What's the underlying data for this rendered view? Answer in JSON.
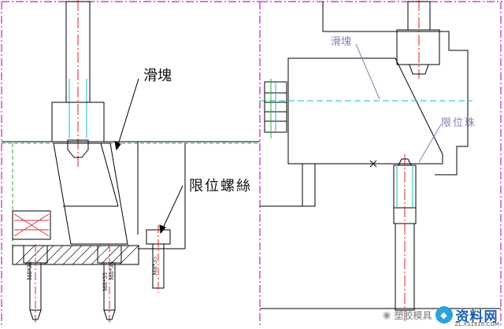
{
  "left_view": {
    "slider_label": "滑塊",
    "limit_screw_label": "限位螺絲",
    "screw_marks": [
      "M8*35",
      "M8*35",
      "M8*35",
      "M8*35"
    ]
  },
  "right_view": {
    "slider_label": "滑塊",
    "limit_pin_label": "限位珠"
  },
  "watermark": {
    "brand": "资料网",
    "site": "ZL.XS1616.COM",
    "account": "塑胶模具"
  },
  "colors": {
    "line": "#000000",
    "centerline": "#e0202a",
    "hidden": "#18b8c8",
    "parting": "#2ca84a",
    "frame": "#c020c0",
    "hatch": "#000000",
    "spring": "#e03030"
  }
}
